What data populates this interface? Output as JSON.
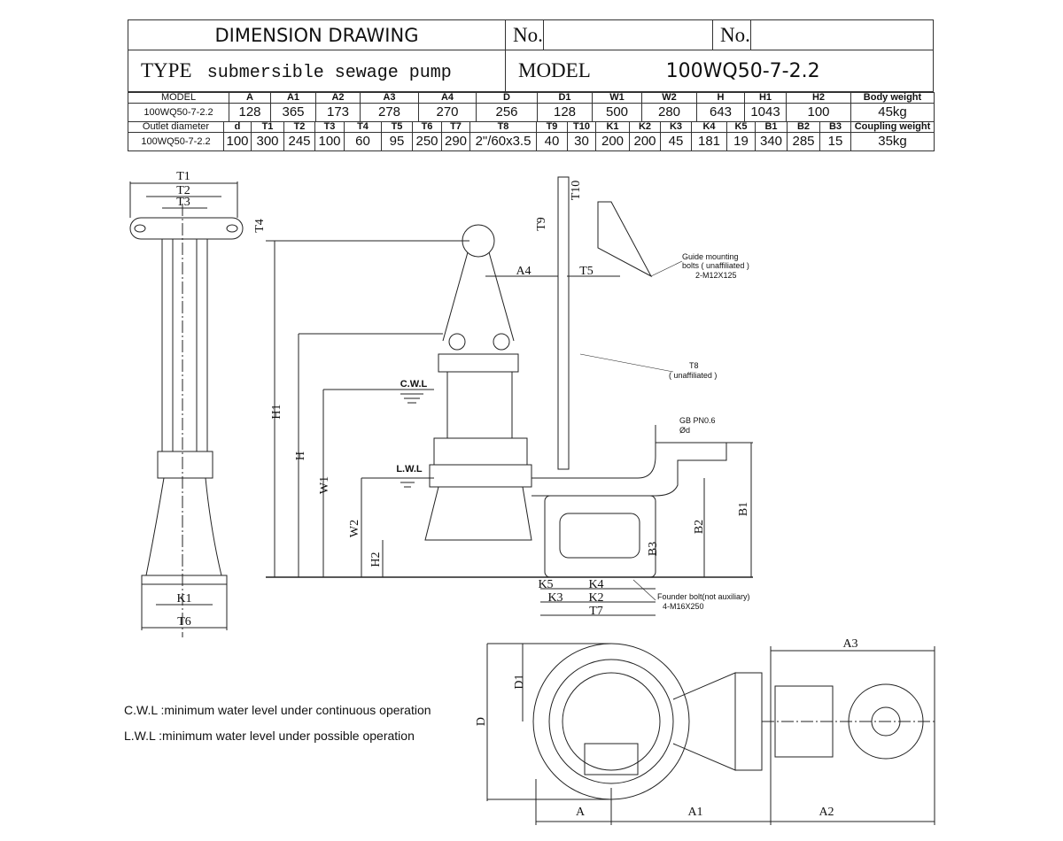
{
  "header": {
    "title": "DIMENSION DRAWING",
    "no_label_1": "No.",
    "no_value_1": "",
    "no_label_2": "No.",
    "no_value_2": "",
    "type_label": "TYPE",
    "type_value": "submersible sewage pump",
    "model_label": "MODEL",
    "model_value": "100WQ50-7-2.2"
  },
  "table1": {
    "headers": [
      "MODEL",
      "A",
      "A1",
      "A2",
      "A3",
      "A4",
      "D",
      "D1",
      "W1",
      "W2",
      "H",
      "H1",
      "H2",
      "Body weight"
    ],
    "values": [
      "100WQ50-7-2.2",
      "128",
      "365",
      "173",
      "278",
      "270",
      "256",
      "128",
      "500",
      "280",
      "643",
      "1043",
      "100",
      "45kg"
    ]
  },
  "table2": {
    "headers": [
      "Outlet diameter",
      "d",
      "T1",
      "T2",
      "T3",
      "T4",
      "T5",
      "T6",
      "T7",
      "T8",
      "T9",
      "T10",
      "K1",
      "K2",
      "K3",
      "K4",
      "K5",
      "B1",
      "B2",
      "B3",
      "Coupling weight"
    ],
    "values": [
      "100WQ50-7-2.2",
      "100",
      "300",
      "245",
      "100",
      "60",
      "95",
      "250",
      "290",
      "2\"/60x3.5",
      "40",
      "30",
      "200",
      "200",
      "45",
      "181",
      "19",
      "340",
      "285",
      "15",
      "35kg"
    ]
  },
  "drawing": {
    "labels": {
      "T1": "T1",
      "T2": "T2",
      "T3": "T3",
      "T4": "T4",
      "K1": "K1",
      "T6": "T6",
      "H1": "H1",
      "H": "H",
      "W1": "W1",
      "W2": "W2",
      "H2": "H2",
      "A4": "A4",
      "T5": "T5",
      "T9": "T9",
      "T10": "T10",
      "B1": "B1",
      "B2": "B2",
      "B3": "B3",
      "K5": "K5",
      "K4": "K4",
      "K3": "K3",
      "K2": "K2",
      "T7": "T7",
      "D1": "D1",
      "D": "D",
      "A": "A",
      "A1": "A1",
      "A2": "A2",
      "A3": "A3",
      "CWL": "C.W.L",
      "LWL": "L.W.L"
    },
    "notes": {
      "guide_1": "Guide mounting",
      "guide_2": "bolts ( unaffiliated )",
      "guide_3": "2-M12X125",
      "t8_1": "T8",
      "t8_2": "( unaffiliated )",
      "flange_1": "GB PN0.6",
      "flange_2": "Ød",
      "founder_1": "Founder bolt(not auxiliary)",
      "founder_2": "4-M16X250"
    }
  },
  "legend": {
    "cwl": "C.W.L :minimum water level under continuous operation",
    "lwl": "L.W.L :minimum water level under possible operation"
  }
}
